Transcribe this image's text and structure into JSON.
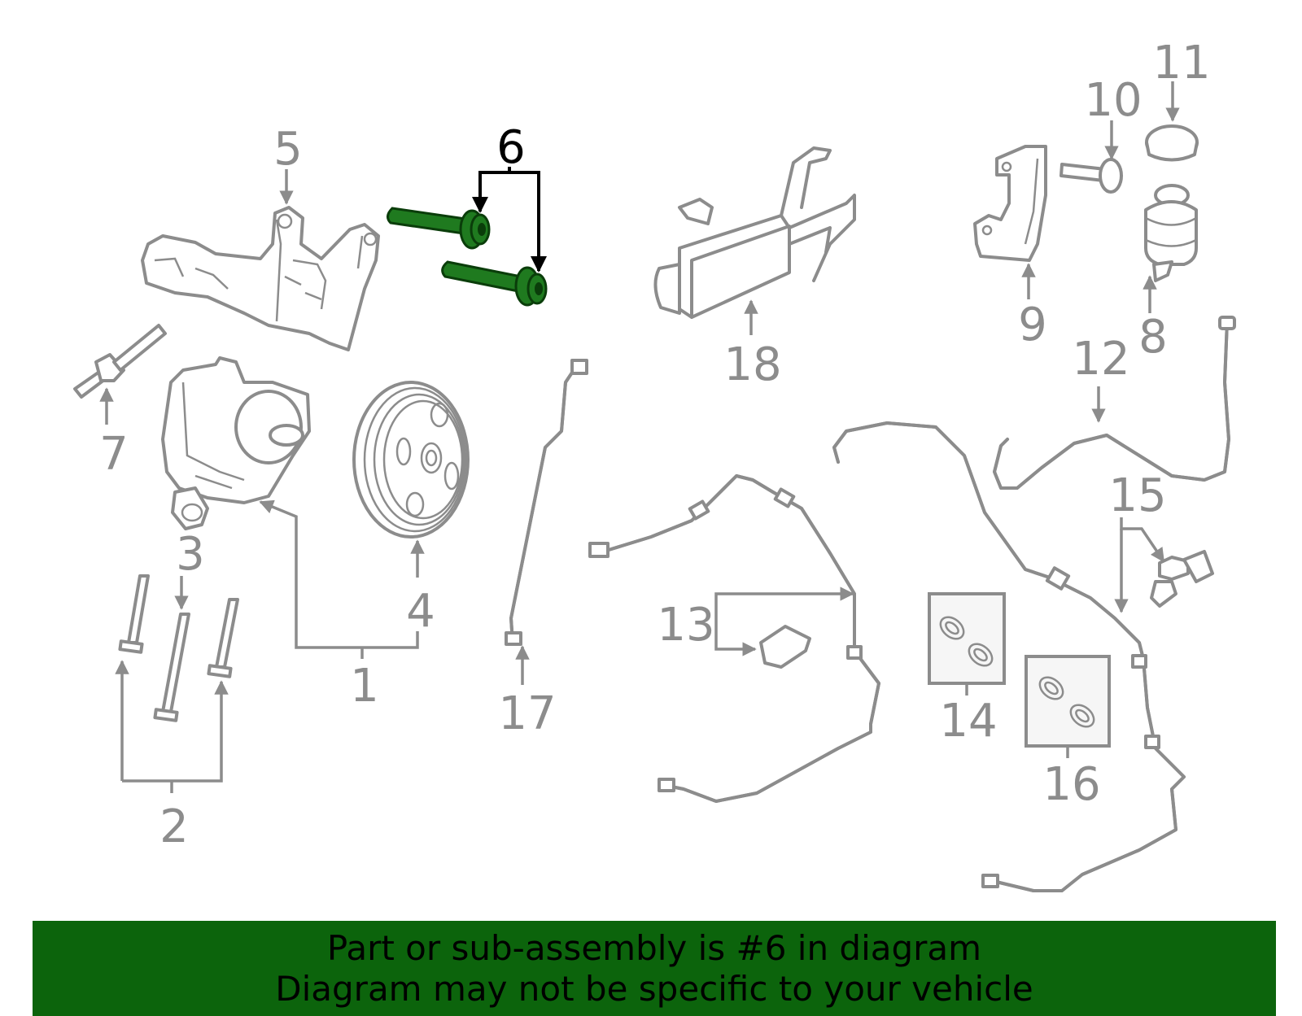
{
  "diagram": {
    "highlight_color": "#1f7a1f",
    "part_color": "#8c8c8c",
    "highlighted_part": "6",
    "callouts": [
      "1",
      "2",
      "3",
      "4",
      "5",
      "6",
      "7",
      "8",
      "9",
      "10",
      "11",
      "12",
      "13",
      "14",
      "15",
      "16",
      "17",
      "18"
    ]
  },
  "banner": {
    "background": "#0c640c",
    "line1": "Part or sub-assembly is #6 in diagram",
    "line2": "Diagram may not be specific to your vehicle"
  }
}
